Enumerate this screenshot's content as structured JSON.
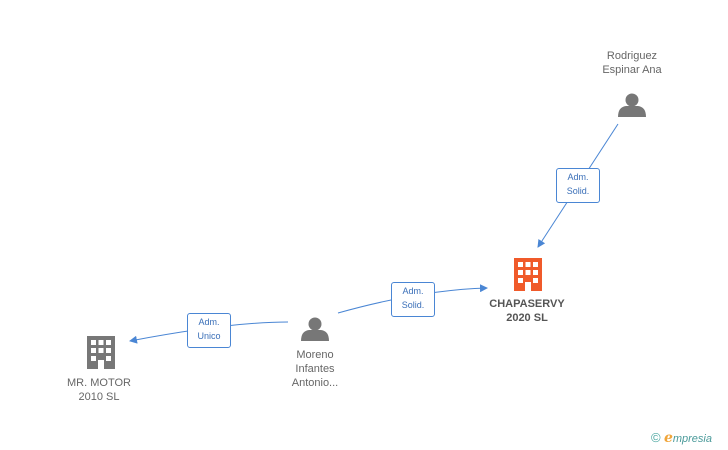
{
  "nodes": {
    "rodriguez": {
      "lines": [
        "Rodriguez",
        "Espinar Ana"
      ],
      "icon": "person-icon"
    },
    "chapaservy": {
      "lines": [
        "CHAPASERVY",
        "2020 SL"
      ],
      "icon": "building-icon",
      "color": "#f05a2a"
    },
    "moreno": {
      "lines": [
        "Moreno",
        "Infantes",
        "Antonio..."
      ],
      "icon": "person-icon"
    },
    "mrmotor": {
      "lines": [
        "MR. MOTOR",
        "2010 SL"
      ],
      "icon": "building-icon",
      "color": "#777777"
    }
  },
  "edges": {
    "rodriguez_chapaservy": {
      "lines": [
        "Adm.",
        "Solid."
      ]
    },
    "moreno_chapaservy": {
      "lines": [
        "Adm.",
        "Solid."
      ]
    },
    "moreno_mrmotor": {
      "lines": [
        "Adm.",
        "Unico"
      ]
    }
  },
  "footer": {
    "copyright": "©",
    "brand_initial": "e",
    "brand_rest": "mpresia"
  },
  "colors": {
    "edge": "#4a86d4",
    "person": "#777777",
    "main_company": "#f05a2a",
    "company": "#777777"
  }
}
